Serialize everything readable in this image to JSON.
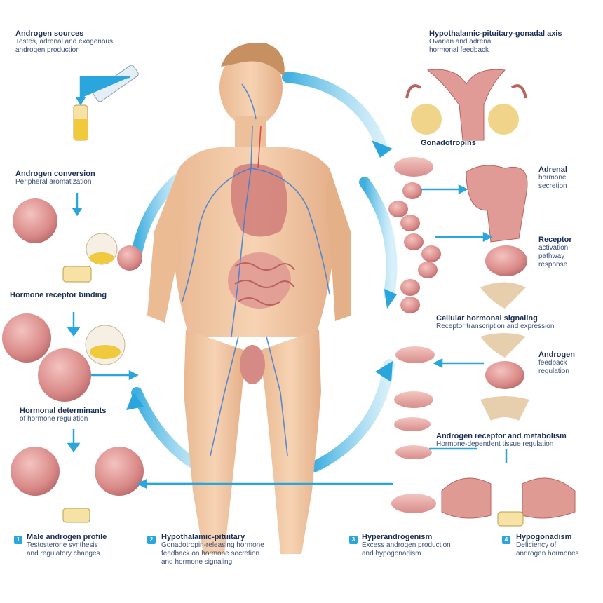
{
  "colors": {
    "accent": "#2aa6dc",
    "skin": "#f1c9a5",
    "tissue": "#e8a3a0",
    "gland": "#d98f8b",
    "fluid": "#f0c93c",
    "text": "#1f3a6b"
  },
  "labels": {
    "top_left": {
      "title": "Androgen sources",
      "lines": [
        "Testes, adrenal and exogenous",
        "androgen production"
      ]
    },
    "mid_left": {
      "title": "Androgen conversion",
      "lines": [
        "Peripheral aromatization"
      ]
    },
    "left_step": {
      "title": "Hormone receptor binding",
      "lines": []
    },
    "lower_left": {
      "title": "Hormonal determinants",
      "lines": [
        "of hormone regulation"
      ]
    },
    "top_right": {
      "title": "Hypothalamic-pituitary-gonadal axis",
      "lines": [
        "Ovarian and adrenal",
        "hormonal feedback"
      ]
    },
    "right_gland": {
      "title": "Gonadotropins",
      "lines": []
    },
    "right_1": {
      "title": "Adrenal",
      "lines": [
        "hormone",
        "secretion"
      ]
    },
    "right_2": {
      "title": "Receptor",
      "lines": [
        "activation",
        "pathway",
        "response"
      ]
    },
    "mid_right": {
      "title": "Cellular hormonal signaling",
      "lines": [
        "Receptor transcription and expression"
      ]
    },
    "right_3": {
      "title": "Androgen",
      "lines": [
        "feedback",
        "regulation"
      ]
    },
    "lower_right": {
      "title": "Androgen receptor and metabolism",
      "lines": [
        "Hormone-dependent tissue regulation"
      ]
    }
  },
  "footer": [
    {
      "num": "1",
      "title": "Male androgen profile",
      "lines": [
        "Testosterone synthesis",
        "and regulatory changes"
      ]
    },
    {
      "num": "2",
      "title": "Hypothalamic-pituitary",
      "lines": [
        "Gonadotropin-releasing hormone",
        "feedback on hormone secretion",
        "and hormone signaling"
      ]
    },
    {
      "num": "3",
      "title": "Hyperandrogenism",
      "lines": [
        "Excess androgen production",
        "and hypogonadism"
      ]
    },
    {
      "num": "4",
      "title": "Hypogonadism",
      "lines": [
        "Deficiency of",
        "androgen hormones"
      ]
    }
  ]
}
